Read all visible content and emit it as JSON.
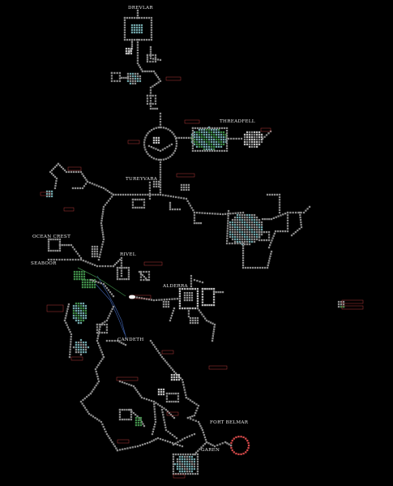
{
  "map": {
    "towns": [
      {
        "id": "drevlar",
        "label": "DREVLAR"
      },
      {
        "id": "threadfell",
        "label": "THREADFELL"
      },
      {
        "id": "tureyvara",
        "label": "TUREYVARA"
      },
      {
        "id": "ocean-crest",
        "label": "OCEAN CREST"
      },
      {
        "id": "seaboar",
        "label": "SEABOOR"
      },
      {
        "id": "rivel",
        "label": "RIVEL"
      },
      {
        "id": "alderra",
        "label": "ALDERRA"
      },
      {
        "id": "candeth",
        "label": "CANDETH"
      },
      {
        "id": "fort-belmar",
        "label": "FORT BELMAR"
      },
      {
        "id": "garen",
        "label": "GAREN"
      }
    ],
    "colors": {
      "background": "#000000",
      "room": "#8a8a8a",
      "room_light": "#bdbdbd",
      "teal": "#6fa3a7",
      "green": "#3f8a48",
      "blue": "#3a5aa0",
      "red": "#d04848",
      "label_box": "#c23a3a"
    }
  }
}
